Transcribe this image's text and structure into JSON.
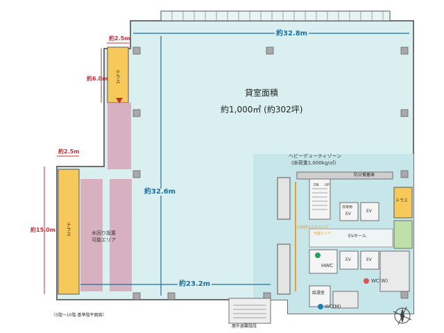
{
  "area": {
    "title": "貸室面積",
    "value": "約1,000㎡ (約302坪)"
  },
  "dimensions": {
    "top_width": "約32.8m",
    "height": "約32.6m",
    "bottom_width": "約23.2m",
    "terrace_top_width": "約2.5m",
    "terrace_top_length": "約6.0m",
    "terrace_left_width": "約2.5m",
    "terrace_left_length": "約15.0m"
  },
  "labels": {
    "terrace": "テラス",
    "water_area_line1": "水回り設置",
    "water_area_line2": "可能エリア",
    "heavy_duty_line1": "ヘビーデューティゾーン",
    "heavy_duty_line2": "(床荷重1,000kg/㎡)",
    "fire_shutter": "防災備蓄庫",
    "dn": "DN",
    "up": "UP",
    "emergency_ev_line1": "非常用",
    "emergency_ev_line2": "EV",
    "ev": "EV",
    "ev_hall": "EVホール",
    "shared_custom_line1": "共用部カスタマイズ",
    "shared_custom_line2": "可能エリア",
    "hwc": "HWC",
    "wc_w": "WC(W)",
    "wc_m": "WC(M)",
    "pantry": "給湯室",
    "outdoor_stairs": "屋外避難階段",
    "caption": "〈5階～10階 基準階平面図〉"
  },
  "colors": {
    "floor": "#d9eff0",
    "heavy_zone": "#c6e6ea",
    "terrace": "#f7c95a",
    "water_zone": "#d6a6b6",
    "dimension_red": "#c0303a",
    "dimension_blue": "#1a6fa0",
    "custom_orange": "#f09a2c",
    "wall": "#5a5a5a"
  }
}
